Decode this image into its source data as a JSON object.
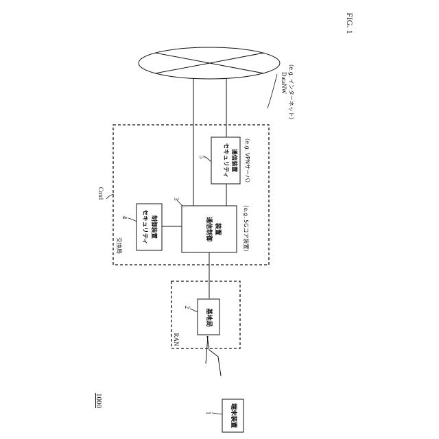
{
  "figure_label": "FIG. 1",
  "system_ref": "1000",
  "nodes": {
    "terminal": {
      "ref": "1",
      "label": "端末装置"
    },
    "base_station": {
      "ref": "2",
      "label": "基地局"
    },
    "comm_control": {
      "ref": "3",
      "label_line1": "通信制御",
      "label_line2": "装置",
      "example": "（e.g. 5Gコア装置）"
    },
    "security_control": {
      "ref": "4",
      "label_line1": "セキュリティ",
      "label_line2": "制御装置"
    },
    "security_comm": {
      "ref": "5",
      "label_line1": "セキュリティ",
      "label_line2": "通信装置",
      "example": "（e.g. VPNサーバ）"
    },
    "datanw": {
      "label": "DataNW",
      "example": "（e.g. インターネット）"
    }
  },
  "groups": {
    "ran": {
      "label": "RAN"
    },
    "cntrl": {
      "ref": "Cntrl",
      "label": "交換局"
    }
  }
}
